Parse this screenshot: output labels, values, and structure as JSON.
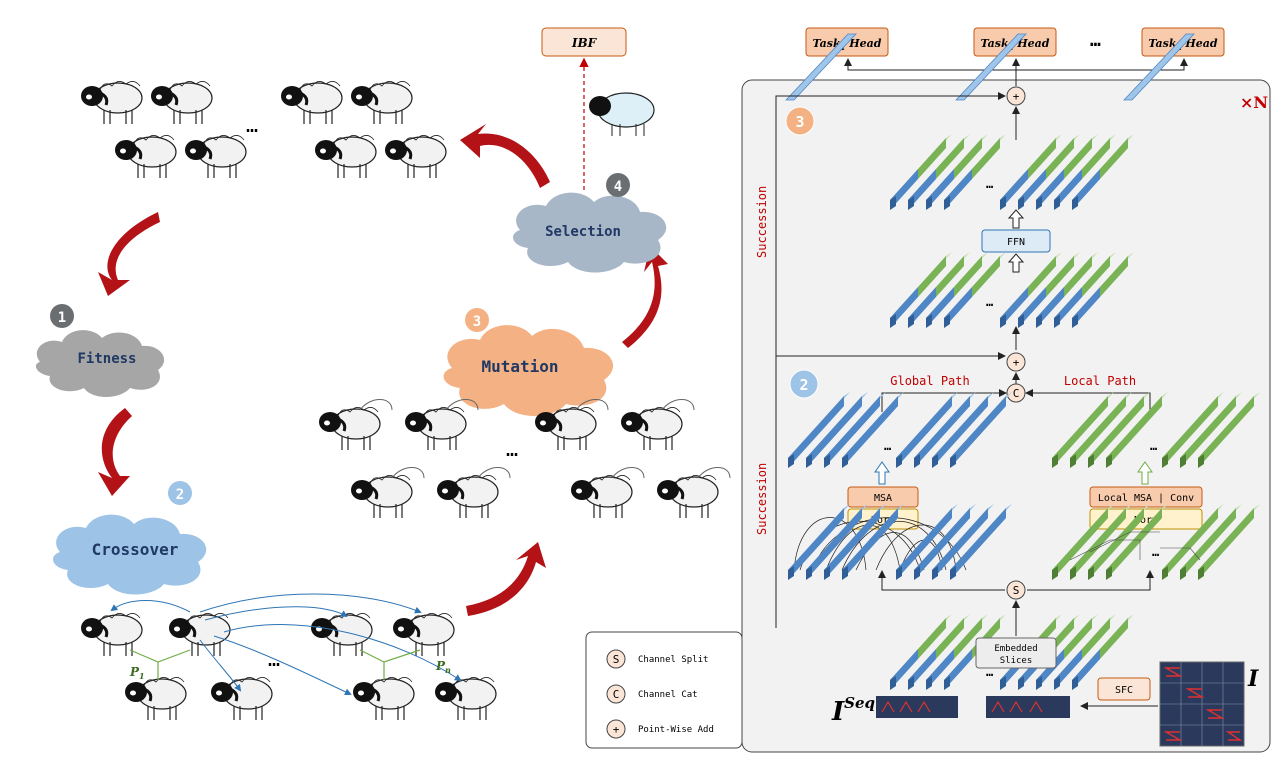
{
  "left": {
    "steps": [
      {
        "num": "1",
        "label": "Fitness"
      },
      {
        "num": "2",
        "label": "Crossover"
      },
      {
        "num": "3",
        "label": "Mutation"
      },
      {
        "num": "4",
        "label": "Selection"
      }
    ],
    "ibf": "IBF",
    "ellipsis": "…",
    "p1": "P",
    "p1_sub": "1",
    "pn": "P",
    "pn_sub": "n"
  },
  "right": {
    "heads": {
      "task1": "Task",
      "task1_sub": "1",
      "task1_tail": " Head",
      "task2": "Task",
      "task2_sub": "2",
      "task2_tail": " Head",
      "taskn": "Task",
      "taskn_sub": "n",
      "taskn_tail": " Head",
      "ellipsis": "…"
    },
    "times_n": "×N",
    "succession": "Succession",
    "block_nums": [
      "3",
      "2"
    ],
    "ffn": "FFN",
    "global_path": "Global Path",
    "local_path": "Local Path",
    "msa": "MSA",
    "norm": "Norm",
    "local_msa": "Local MSA | Conv",
    "embedded_line1": "Embedded",
    "embedded_line2": "Slices",
    "sfc": "SFC",
    "iseq": "I",
    "iseq_sup": "Seq",
    "i_label": "I",
    "ops": {
      "split": "S",
      "cat": "C",
      "add": "+"
    }
  },
  "legend": [
    {
      "symbol": "S",
      "label": "Channel Split"
    },
    {
      "symbol": "C",
      "label": "Channel Cat"
    },
    {
      "symbol": "+",
      "label": "Point-Wise Add"
    }
  ],
  "colors": {
    "red_arrow": "#b31217",
    "fitness_cloud": "#a6a6a6",
    "crossover_cloud": "#9dc3e6",
    "mutation_cloud": "#f4b183",
    "selection_cloud": "#a8b7c8",
    "badge_gray": "#6b6e70",
    "badge_blue": "#9dc3e6",
    "badge_orange": "#f4b183",
    "blue_bar": "#4f86c6",
    "green_bar": "#7ab356",
    "label_red": "#c00000"
  }
}
